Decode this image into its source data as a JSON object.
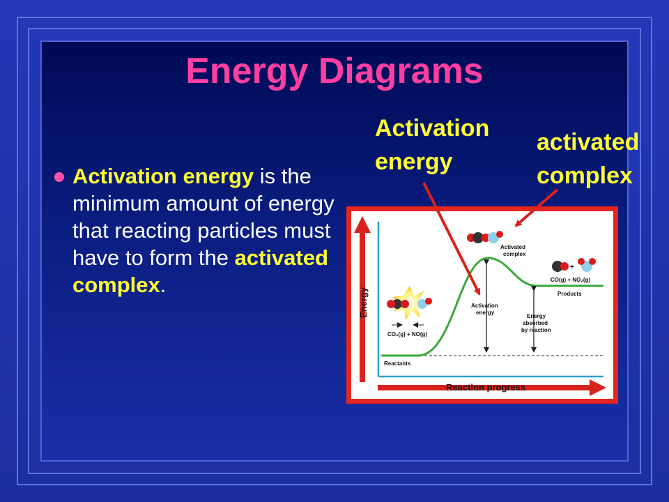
{
  "slide": {
    "title": "Energy Diagrams",
    "bullet": {
      "term": "Activation energy",
      "text_1": " is the minimum amount of energy that reacting particles must have to form the ",
      "term_2": "activated complex",
      "end": "."
    },
    "callouts": {
      "activation_energy_line1": "Activation",
      "activation_energy_line2": "energy",
      "activated_complex_line1": "activated",
      "activated_complex_line2": "complex"
    }
  },
  "figure": {
    "y_axis_label": "Energy",
    "x_axis_label": "Reaction progress",
    "reactants_label": "Reactants",
    "products_label": "Products",
    "activated_complex_line1": "Activated",
    "activated_complex_line2": "complex",
    "activation_energy_line1": "Activation",
    "activation_energy_line2": "energy",
    "energy_absorbed_line1": "Energy",
    "energy_absorbed_line2": "absorbed",
    "energy_absorbed_line3": "by reaction",
    "reactant_formula": "CO₂(g) + NO(g)",
    "product_formula": "CO(g) + NO₂(g)",
    "plus_sign": "+",
    "colors": {
      "curve": "#3aa83a",
      "axis": "#2aa0c8",
      "arrow_red": "#d8231d",
      "carbon": "#333333",
      "oxygen": "#e01a1a",
      "nitrogen": "#8fd0e8"
    }
  }
}
